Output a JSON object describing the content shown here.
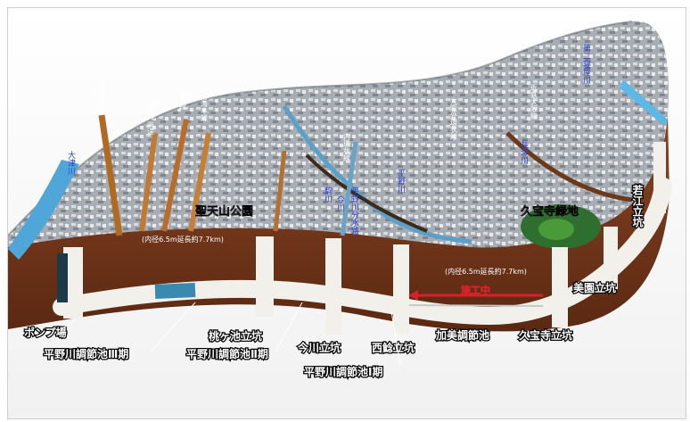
{
  "labels": {
    "pump": "ポンプ場",
    "phase3": "平野川調節池Ⅲ期",
    "phase2": "平野川調節池Ⅱ期",
    "phase1": "平野川調節池Ⅰ期",
    "momogaike": "桃ヶ池立坑",
    "imagawa": "今川立坑",
    "nishikanda": "西鯰立坑",
    "kamikanda": "加美調節池",
    "kuhoji": "久宝寺立坑",
    "mido": "美園立坑",
    "wakae": "若江立坑",
    "shoten": "聖天山公園",
    "kyuhoji_park": "久宝寺緑地",
    "underconstruction": "施工中"
  },
  "rivers": {
    "otsu": "大津川",
    "daini_neya": "第二寝屋川",
    "nagase": "長瀬川",
    "hirano": "平野川",
    "imagawa_r": "今川",
    "komagawa": "駒川",
    "hiranobunsen": "平野川分水路"
  },
  "roads": {
    "r1": "南海高野線",
    "r2": "阪神高速",
    "r3": "阪和線",
    "r4": "南海本線",
    "r5": "大阪外環状線",
    "r6": "近鉄大阪線",
    "r7": "内環状線"
  },
  "tunnel_note": "(内径6.5m延長約7.7km)",
  "tunnel_note2": "(内径6.5m延長約7.7km)",
  "colors": {
    "soil": "#7a3b1e",
    "tunnel": "#f2f0ea",
    "city": "#9aa0a8",
    "river": "#4fa6d8",
    "label_text": "#ffffff",
    "label_stroke": "#000000",
    "construction": "#d8202a"
  }
}
